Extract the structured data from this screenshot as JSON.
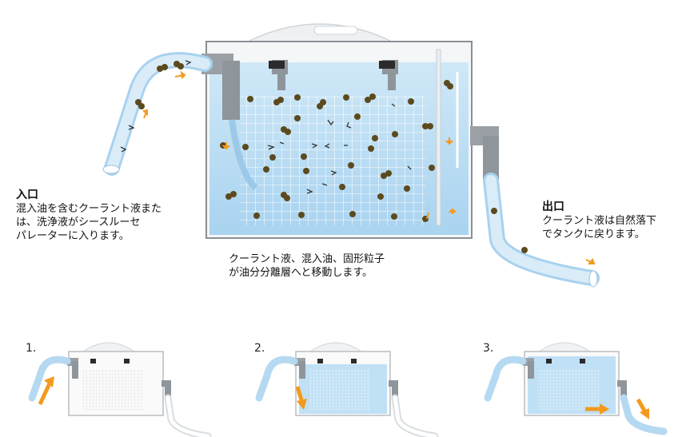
{
  "inlet": {
    "title": "入口",
    "text": "混入油を含むクーラント液また\nは、洗浄液がシースルーセ\nパレーターに入ります。"
  },
  "outlet": {
    "title": "出口",
    "text": "クーラント液は自然落下\nでタンクに戻ります。"
  },
  "caption": {
    "text": "クーラント液、混入油、固形粒子\nが油分分離層へと移動します。"
  },
  "steps": [
    {
      "number": "1."
    },
    {
      "number": "2."
    },
    {
      "number": "3."
    }
  ],
  "colors": {
    "water": "#bfe0f5",
    "pipe": "#9aa0a6",
    "arrow": "#f39a1e",
    "grid": "#ffffff",
    "particle": "#5c4a1e"
  }
}
